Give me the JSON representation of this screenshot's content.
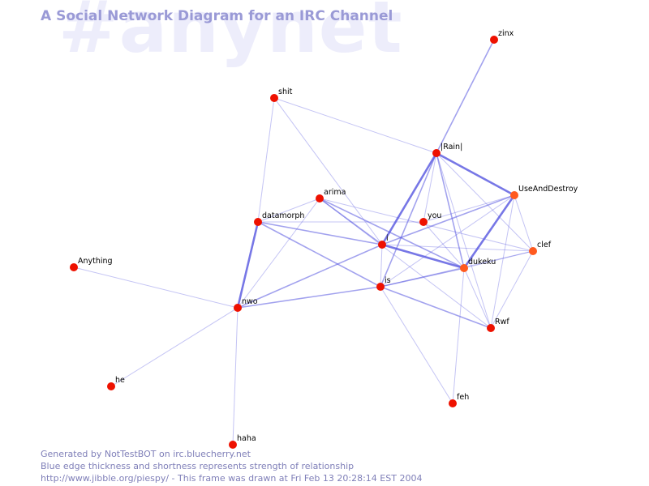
{
  "watermark": "#anynet",
  "title": "A Social Network Diagram for an IRC Channel",
  "footer": {
    "line1": "Generated by NotTestBOT on irc.bluecherry.net",
    "line2": "Blue edge thickness and shortness represents strength of relationship",
    "line3": "http://www.jibble.org/piespy/ - This frame was drawn at Fri Feb 13 20:28:14 EST 2004"
  },
  "colors": {
    "node": "#ee1100",
    "node_alt": "#ff5a1f",
    "edge": "#5555e0",
    "title": "#9a9ad6",
    "watermark": "#ededfb"
  },
  "nodes": [
    {
      "id": "zinx",
      "label": "zinx"
    },
    {
      "id": "shit",
      "label": "shit"
    },
    {
      "id": "rain",
      "label": "|Rain|"
    },
    {
      "id": "useanddestroy",
      "label": "UseAndDestroy"
    },
    {
      "id": "arima",
      "label": "arima"
    },
    {
      "id": "datamorph",
      "label": "datamorph"
    },
    {
      "id": "you",
      "label": "you"
    },
    {
      "id": "i",
      "label": "i"
    },
    {
      "id": "clef",
      "label": "clef"
    },
    {
      "id": "dukeku",
      "label": "dukeku"
    },
    {
      "id": "anything",
      "label": "Anything"
    },
    {
      "id": "is",
      "label": "is"
    },
    {
      "id": "nwo",
      "label": "nwo"
    },
    {
      "id": "rwf",
      "label": "Rwf"
    },
    {
      "id": "he",
      "label": "he"
    },
    {
      "id": "feh",
      "label": "feh"
    },
    {
      "id": "haha",
      "label": "haha"
    }
  ],
  "edges": [
    {
      "source": "zinx",
      "target": "rain",
      "strength": 2
    },
    {
      "source": "shit",
      "target": "rain",
      "strength": 1
    },
    {
      "source": "shit",
      "target": "datamorph",
      "strength": 1
    },
    {
      "source": "shit",
      "target": "i",
      "strength": 1
    },
    {
      "source": "rain",
      "target": "i",
      "strength": 3
    },
    {
      "source": "rain",
      "target": "useanddestroy",
      "strength": 3
    },
    {
      "source": "rain",
      "target": "dukeku",
      "strength": 2
    },
    {
      "source": "rain",
      "target": "clef",
      "strength": 1
    },
    {
      "source": "rain",
      "target": "you",
      "strength": 1
    },
    {
      "source": "rain",
      "target": "is",
      "strength": 2
    },
    {
      "source": "rain",
      "target": "rwf",
      "strength": 1
    },
    {
      "source": "useanddestroy",
      "target": "i",
      "strength": 2
    },
    {
      "source": "useanddestroy",
      "target": "dukeku",
      "strength": 3
    },
    {
      "source": "useanddestroy",
      "target": "clef",
      "strength": 1
    },
    {
      "source": "useanddestroy",
      "target": "you",
      "strength": 1
    },
    {
      "source": "useanddestroy",
      "target": "rwf",
      "strength": 1
    },
    {
      "source": "useanddestroy",
      "target": "is",
      "strength": 1
    },
    {
      "source": "arima",
      "target": "datamorph",
      "strength": 1
    },
    {
      "source": "arima",
      "target": "i",
      "strength": 2
    },
    {
      "source": "arima",
      "target": "dukeku",
      "strength": 2
    },
    {
      "source": "arima",
      "target": "clef",
      "strength": 1
    },
    {
      "source": "arima",
      "target": "nwo",
      "strength": 1
    },
    {
      "source": "arima",
      "target": "rwf",
      "strength": 1
    },
    {
      "source": "datamorph",
      "target": "you",
      "strength": 1
    },
    {
      "source": "datamorph",
      "target": "i",
      "strength": 2
    },
    {
      "source": "datamorph",
      "target": "is",
      "strength": 2
    },
    {
      "source": "datamorph",
      "target": "nwo",
      "strength": 3
    },
    {
      "source": "you",
      "target": "dukeku",
      "strength": 1
    },
    {
      "source": "i",
      "target": "dukeku",
      "strength": 3
    },
    {
      "source": "i",
      "target": "clef",
      "strength": 1
    },
    {
      "source": "i",
      "target": "is",
      "strength": 1
    },
    {
      "source": "i",
      "target": "nwo",
      "strength": 2
    },
    {
      "source": "clef",
      "target": "dukeku",
      "strength": 1
    },
    {
      "source": "clef",
      "target": "rwf",
      "strength": 1
    },
    {
      "source": "clef",
      "target": "is",
      "strength": 1
    },
    {
      "source": "dukeku",
      "target": "is",
      "strength": 2
    },
    {
      "source": "dukeku",
      "target": "feh",
      "strength": 1
    },
    {
      "source": "dukeku",
      "target": "rwf",
      "strength": 1
    },
    {
      "source": "is",
      "target": "nwo",
      "strength": 2
    },
    {
      "source": "is",
      "target": "rwf",
      "strength": 2
    },
    {
      "source": "is",
      "target": "feh",
      "strength": 1
    },
    {
      "source": "anything",
      "target": "nwo",
      "strength": 1
    },
    {
      "source": "nwo",
      "target": "he",
      "strength": 1
    },
    {
      "source": "nwo",
      "target": "haha",
      "strength": 1
    }
  ]
}
